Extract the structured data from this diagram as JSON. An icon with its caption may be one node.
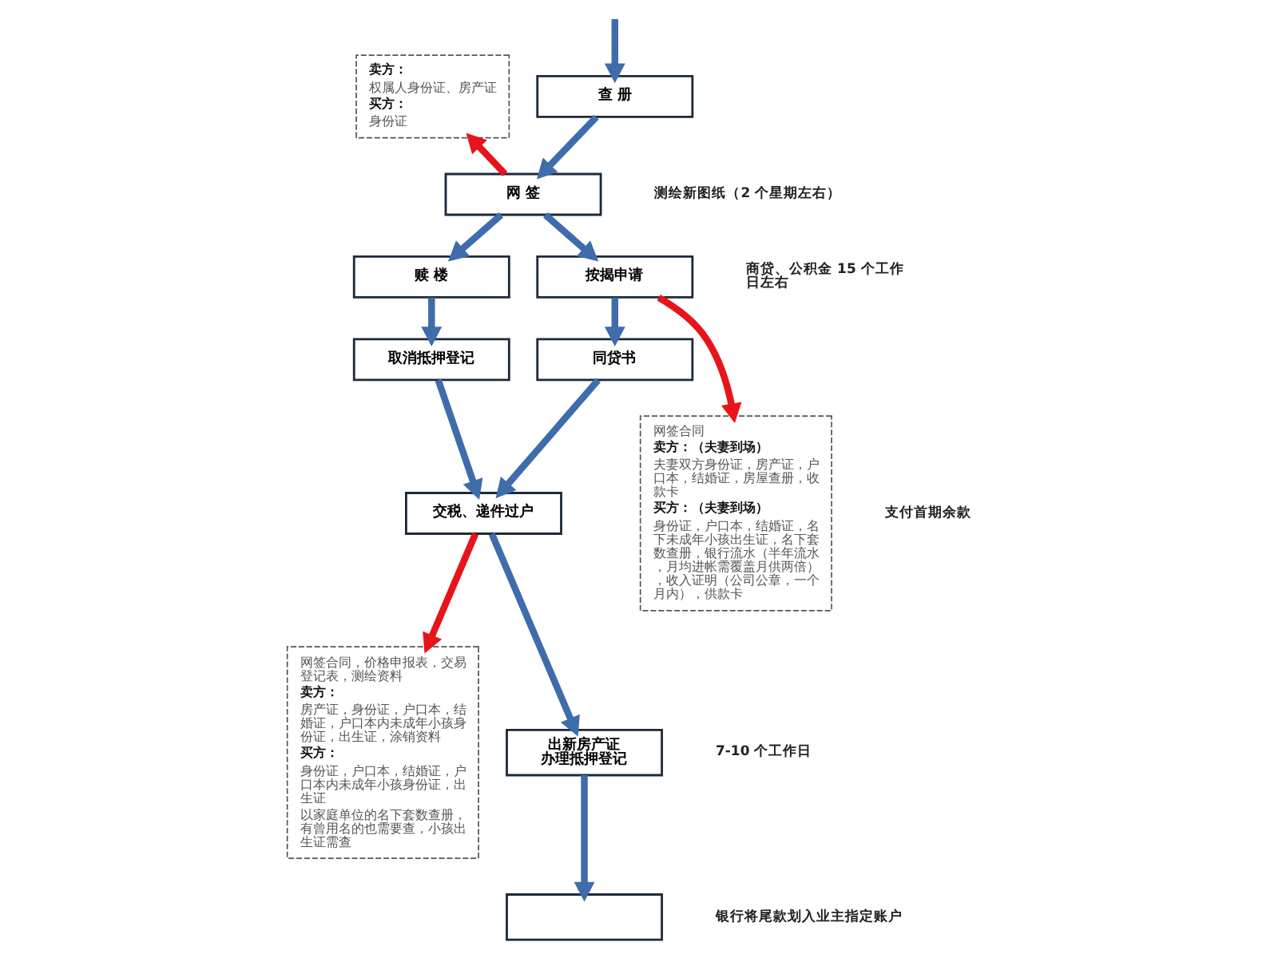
{
  "diagram": {
    "nodes": [
      {
        "text": [
          "卖方：",
          "权属人身份证、房产证",
          "买方：",
          "身份证"
        ]
      },
      {
        "text": [
          "查 册"
        ]
      },
      {
        "text": [
          "网 签"
        ]
      },
      {
        "text": [
          "赎 楼"
        ]
      },
      {
        "text": [
          "按揭申请"
        ]
      },
      {
        "text": [
          "取消抵押登记"
        ]
      },
      {
        "text": [
          "同贷书"
        ]
      },
      {
        "text": [
          "网签合同",
          "卖方：（夫妻到场）",
          "夫妻双方身份证，房产证，户口本，结婚证，房屋查册，收款卡",
          "买方：（夫妻到场）",
          "身份证，户口本，结婚证，名下未成年小孩出生证，名下套数查册，银行流水（半年流水，月均进帐需覆盖月供两倍），收入证明（公司公章，一个月内），供款卡"
        ]
      },
      {
        "text": [
          "网签合同，价格申报表，交易登记表，测绘资料",
          "卖方：",
          "房产证，身份证，户口本，结婚证，户口本内未成年小孩身份证，出生证，涂销资料",
          "买方：",
          "身份证，户口本，结婚证，户口本内未成年小孩身份证，出生证",
          "以家庭单位的名下套数查册，有曾用名的也需要查，小孩出生证需查"
        ]
      },
      {
        "text": [
          "交税、递件过户"
        ]
      },
      {
        "text": [
          "出新房产证办理抵押登记"
        ]
      },
      {
        "text": [],
        "shape": "box"
      }
    ],
    "edges": [
      {
        "from": null,
        "to": 1,
        "arrow": "to"
      },
      {
        "from": 1,
        "to": 2,
        "arrow": "to"
      },
      {
        "from": 2,
        "to": 0,
        "arrow": "to",
        "color": "#e8141b"
      },
      {
        "from": 2,
        "to": 3,
        "arrow": "to"
      },
      {
        "from": 2,
        "to": 4,
        "arrow": "to"
      },
      {
        "from": 3,
        "to": 5,
        "arrow": "to"
      },
      {
        "from": 4,
        "to": 6,
        "arrow": "to"
      },
      {
        "from": 4,
        "to": 7,
        "arrow": "to",
        "color": "#e8141b"
      },
      {
        "from": 5,
        "to": 9,
        "arrow": "to"
      },
      {
        "from": 6,
        "to": 9,
        "arrow": "to"
      },
      {
        "from": 9,
        "to": 8,
        "arrow": "to",
        "color": "#e8141b"
      },
      {
        "from": 9,
        "to": 10,
        "arrow": "to"
      },
      {
        "from": 10,
        "to": 11,
        "arrow": "to"
      }
    ],
    "labels": [
      "测绘新图纸（2 个星期左右）",
      "商贷、公积金 15 个工作日左右",
      "支付首期余款",
      "7-10 个工作日",
      "银行将尾款划入业主指定账户"
    ]
  }
}
